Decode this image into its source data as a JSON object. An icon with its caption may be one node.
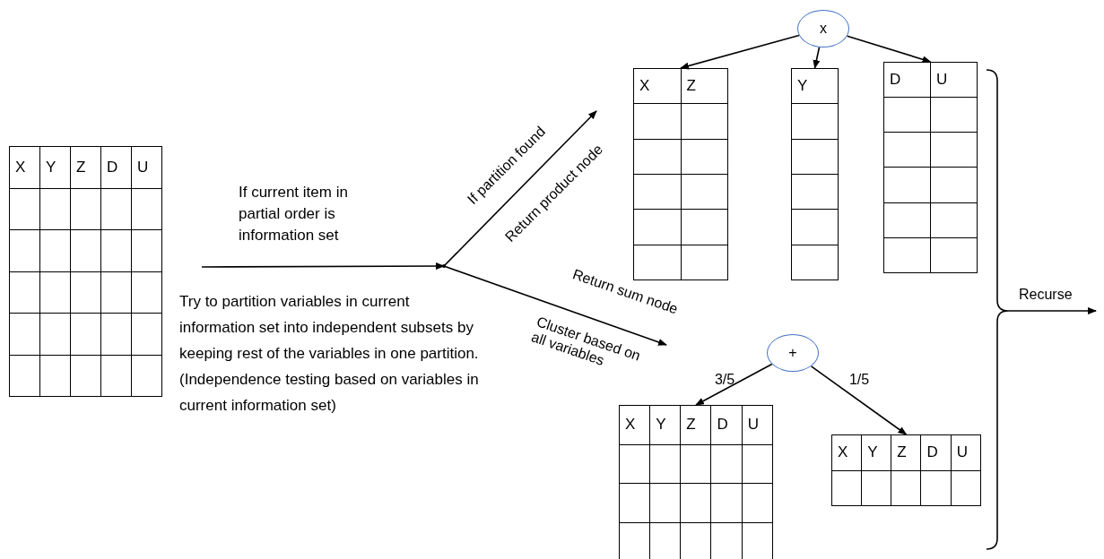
{
  "diagram": {
    "nodes": [
      {
        "text": [
          "X",
          "Y",
          "Z",
          "D",
          "U"
        ]
      },
      {
        "text": [],
        "shape": "point"
      },
      {
        "text": [
          "x"
        ]
      },
      {
        "text": [
          "X",
          "Z"
        ]
      },
      {
        "text": [
          "Y"
        ]
      },
      {
        "text": [
          "D",
          "U"
        ]
      },
      {
        "text": [
          "+"
        ]
      },
      {
        "text": [
          "X",
          "Y",
          "Z",
          "D",
          "U"
        ]
      },
      {
        "text": [
          "X",
          "Y",
          "Z",
          "D",
          "U"
        ]
      }
    ],
    "edges": [
      {
        "from": null,
        "to": 1,
        "arrow": "to",
        "label": "If current item in partial order is information set"
      },
      {
        "from": 1,
        "to": null,
        "arrow": "to",
        "label": "If partition found"
      },
      {
        "from": 1,
        "to": null,
        "arrow": "to",
        "label": "Return sum node"
      },
      {
        "from": 2,
        "to": 3,
        "arrow": "to"
      },
      {
        "from": 2,
        "to": 4,
        "arrow": "to"
      },
      {
        "from": 2,
        "to": 5,
        "arrow": "to"
      },
      {
        "from": 6,
        "to": 7,
        "arrow": "to",
        "label": "3/5"
      },
      {
        "from": 6,
        "to": 8,
        "arrow": "to",
        "label": "1/5"
      }
    ],
    "labels": [
      "Return product node",
      "Cluster based on all variables",
      "Try to partition variables in current information set into independent subsets by keeping rest of the variables in one partition. (Independence testing based on variables in current information set)",
      "Recurse"
    ]
  }
}
